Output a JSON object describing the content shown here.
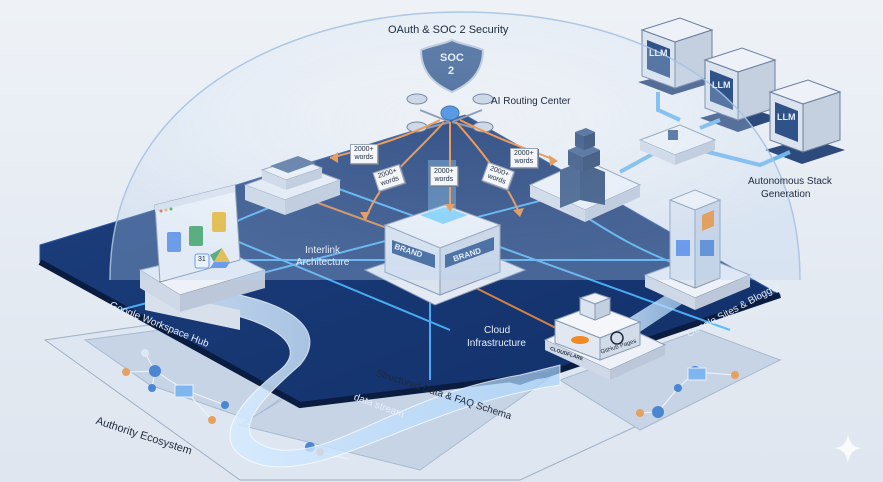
{
  "title": "Authority Ecosystem Architecture",
  "labels": {
    "security": "OAuth & SOC 2 Security",
    "soc_badge_line1": "SOC",
    "soc_badge_line2": "2",
    "routing": "AI Routing Center",
    "autonomous_line1": "Autonomous Stack",
    "autonomous_line2": "Generation",
    "interlink_line1": "Interlink",
    "interlink_line2": "Architecture",
    "workspace_hub": "Google Workspace Hub",
    "sites_blogger": "Google Sites & Blogger",
    "cloud_line1": "Cloud",
    "cloud_line2": "Infrastructure",
    "structured_data": "Structured Data & FAQ Schema",
    "data_stream": "data stream",
    "authority": "Authority Ecosystem"
  },
  "content_notes": [
    {
      "line1": "2000+",
      "line2": "words"
    },
    {
      "line1": "2000+",
      "line2": "words"
    },
    {
      "line1": "2000+",
      "line2": "words"
    },
    {
      "line1": "2000+",
      "line2": "words"
    },
    {
      "line1": "2000+",
      "line2": "words"
    }
  ],
  "llm_servers": [
    {
      "label": "LLM"
    },
    {
      "label": "LLM"
    },
    {
      "label": "LLM"
    }
  ],
  "brand_building": {
    "sign_left": "BRAND",
    "sign_right": "BRAND"
  },
  "cloud_node": {
    "provider_1": "CLOUDFLARE",
    "provider_2": "GitHub Pages"
  },
  "workspace_apps": [
    "Docs",
    "Sheets",
    "Slides",
    "Calendar",
    "Drive"
  ],
  "calendar_day": "31",
  "sites_node": {
    "apps": [
      "Google Sites",
      "Blogger"
    ]
  },
  "colors": {
    "platform": "#17356b",
    "platform_edge": "#0f2550",
    "glow": "#4fb8ff",
    "arrow": "#e98a3c",
    "dome": "#cfe0f3",
    "node_face": "#eef2f8",
    "node_dark": "#3f5f8f"
  }
}
